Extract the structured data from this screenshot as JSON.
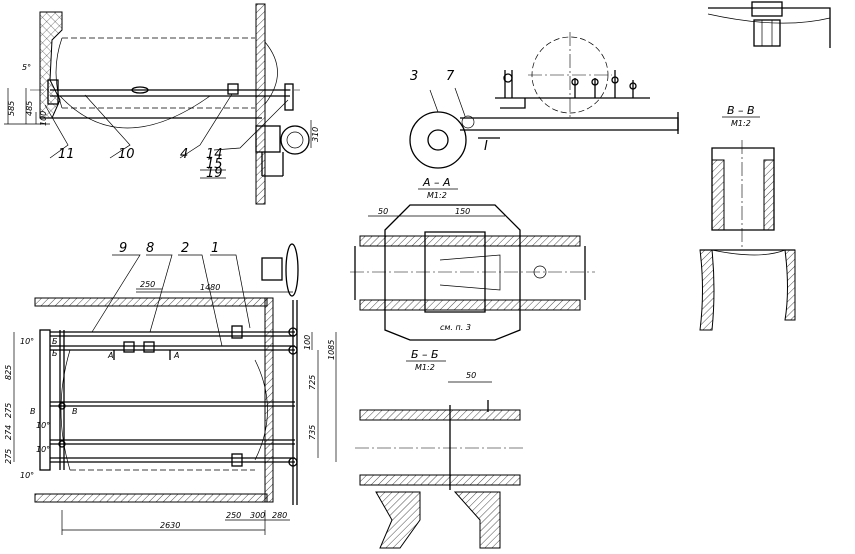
{
  "callouts": {
    "c11": "11",
    "c10": "10",
    "c4": "4",
    "c14": "14",
    "c15": "15",
    "c19": "19",
    "c3": "3",
    "c7": "7",
    "c9": "9",
    "c8": "8",
    "c2": "2",
    "c1": "1"
  },
  "top_view": {
    "dims": {
      "d585": "585",
      "d485": "485",
      "d100": "100",
      "d5deg": "5°",
      "d310": "310"
    }
  },
  "plan_view": {
    "dims": {
      "d250": "250",
      "d1480": "1480",
      "d1085": "1085",
      "d100": "100",
      "d725": "725",
      "d735": "735",
      "d825": "825",
      "d275": "275",
      "d274": "274",
      "d275b": "275",
      "d10a": "10°",
      "d10b": "10°",
      "d10c": "10°",
      "d10d": "10°",
      "d2630": "2630",
      "d250b": "250",
      "d300": "300",
      "d280": "280"
    },
    "section_marks": {
      "a1": "A",
      "a2": "A",
      "b1": "Б",
      "b2": "Б",
      "v1": "В",
      "v2": "В"
    }
  },
  "mid_marker": "I",
  "section_aa": {
    "title": "А – А",
    "scale": "М1:2",
    "d50": "50",
    "d150": "150",
    "note": "см. п. 3"
  },
  "section_bb": {
    "title": "Б – Б",
    "scale": "М1:2",
    "d50": "50"
  },
  "section_vv": {
    "title": "В – В",
    "scale": "М1:2"
  }
}
